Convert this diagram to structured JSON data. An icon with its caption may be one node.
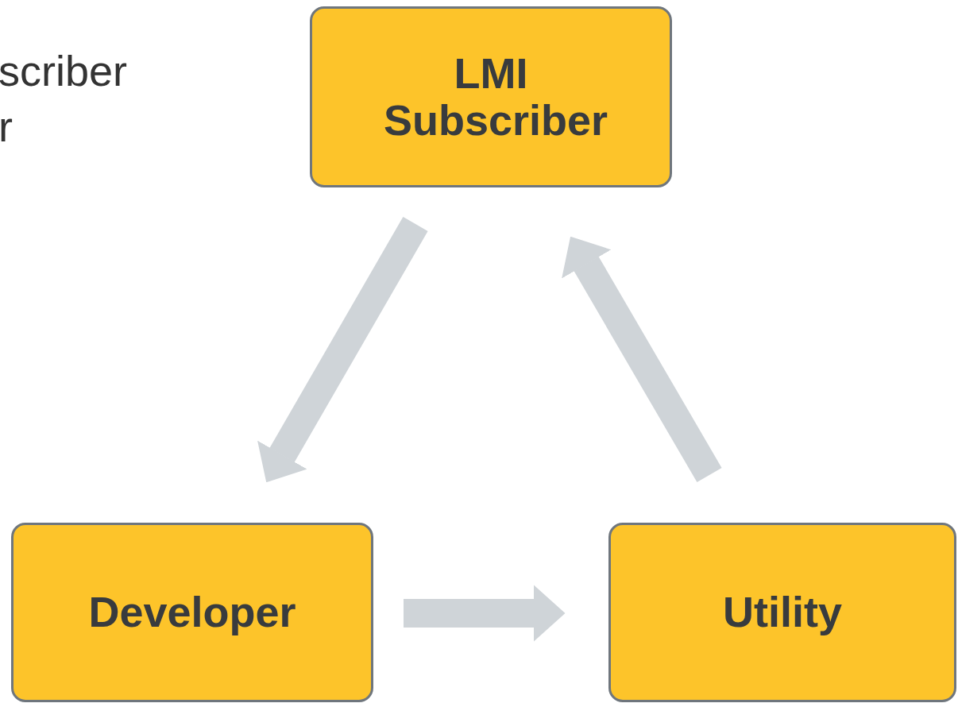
{
  "diagram": {
    "nodes": [
      {
        "text": [
          "LMI Subscriber"
        ]
      },
      {
        "text": [
          "Developer"
        ]
      },
      {
        "text": [
          "Utility"
        ]
      }
    ],
    "edges": [
      {
        "from": 0,
        "to": 1,
        "arrow": "to"
      },
      {
        "from": 1,
        "to": 2,
        "arrow": "to"
      },
      {
        "from": 2,
        "to": 0,
        "arrow": "to"
      }
    ],
    "labels": [
      "scriber",
      "r"
    ]
  }
}
